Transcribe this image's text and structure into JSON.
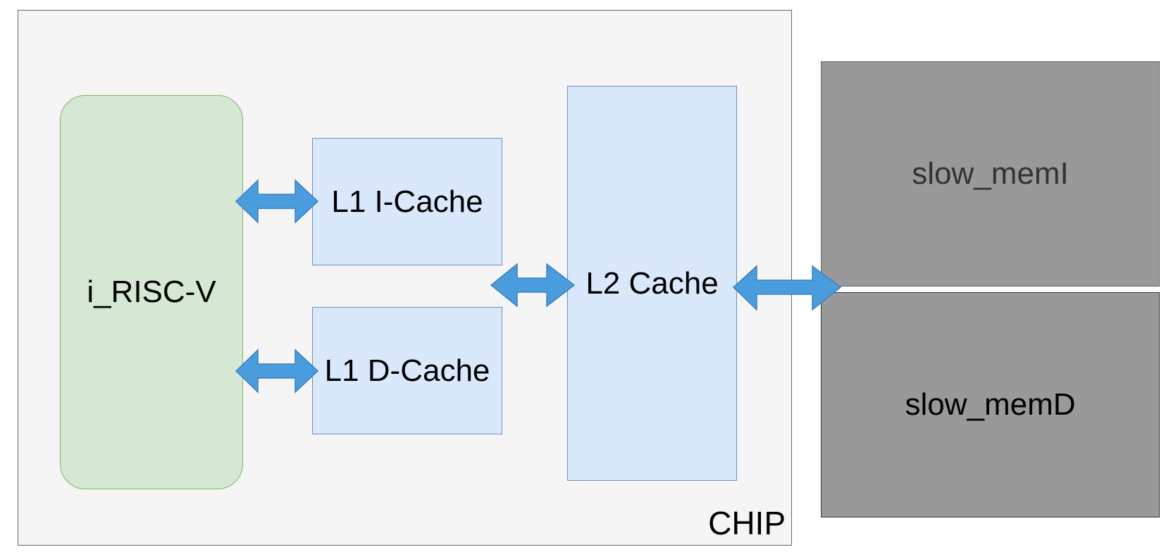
{
  "diagram": {
    "chip_label": "CHIP",
    "cpu_label": "i_RISC-V",
    "l1_icache_label": "L1 I-Cache",
    "l1_dcache_label": "L1 D-Cache",
    "l2_cache_label": "L2 Cache",
    "slow_memi_label": "slow_memI",
    "slow_memd_label": "slow_memD"
  },
  "colors": {
    "chip_fill": "#f5f5f5",
    "cpu_fill": "#d5e8d4",
    "cache_fill": "#dae8fc",
    "memory_fill": "#999999",
    "arrow_fill": "#4a9ddc"
  }
}
